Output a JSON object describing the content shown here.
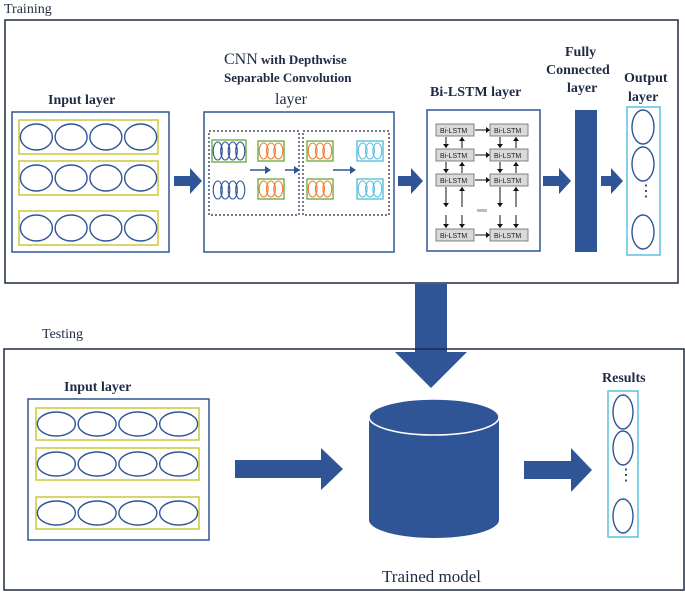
{
  "colors": {
    "arrow": "#2f5597",
    "frame": "#2f5597",
    "yellow": "#c9c93a",
    "ellipse": "#2f5597",
    "green": "#70ad47",
    "orange": "#ed7d31",
    "cyan": "#5bc0de",
    "cyl": "#2f5597"
  },
  "training": {
    "title": "Training",
    "input_label": "Input layer",
    "cnn_label_1a": "CNN",
    "cnn_label_1b": " with Depthwise",
    "cnn_label_2": "Separable Convolution",
    "cnn_label_3": "layer",
    "bilstm_label": "Bi-LSTM layer",
    "bilstm_cell": "Bi-LSTM",
    "fc_label_1": "Fully",
    "fc_label_2": "Connected",
    "fc_label_3": "layer",
    "output_label_1": "Output",
    "output_label_2": "layer",
    "dots": "⋮"
  },
  "testing": {
    "title": "Testing",
    "input_label": "Input layer",
    "results_label": "Results",
    "model_label": "Trained model",
    "dots": "⋮"
  }
}
